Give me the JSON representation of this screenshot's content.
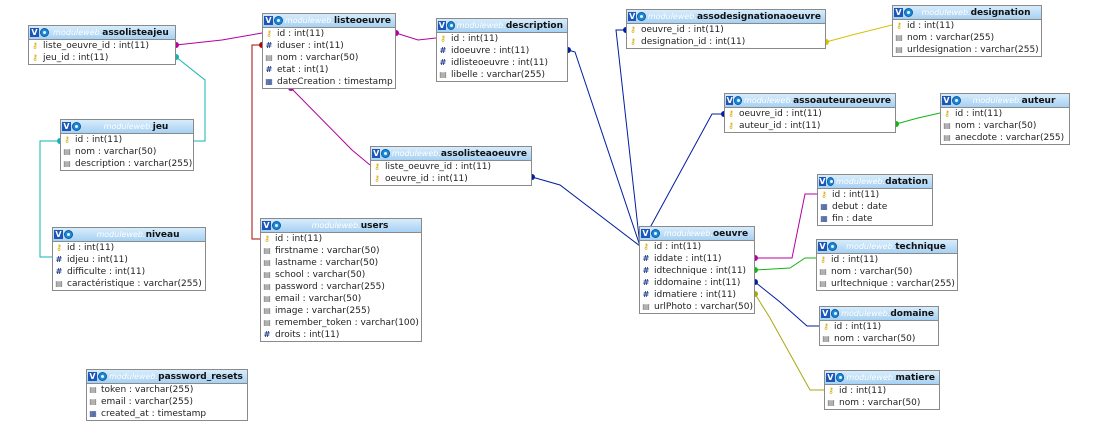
{
  "database": "moduleweb",
  "colors": {
    "magenta": "#b5009e",
    "teal": "#11b4b0",
    "darkred": "#a50a0a",
    "navy": "#001ea0",
    "gold": "#d4c200",
    "green": "#12b412",
    "olive": "#a8a80a"
  },
  "tables": [
    {
      "key": "assolisteajeu",
      "name": "assolisteajeu",
      "fields": [
        {
          "icon": "key",
          "text": "liste_oeuvre_id : int(11)"
        },
        {
          "icon": "key",
          "text": "jeu_id : int(11)"
        }
      ]
    },
    {
      "key": "listeoeuvre",
      "name": "listeoeuvre",
      "fields": [
        {
          "icon": "key",
          "text": "id : int(11)"
        },
        {
          "icon": "hash",
          "text": "iduser : int(11)"
        },
        {
          "icon": "text",
          "text": "nom : varchar(50)"
        },
        {
          "icon": "hash",
          "text": "etat : int(1)"
        },
        {
          "icon": "date",
          "text": "dateCreation : timestamp"
        }
      ]
    },
    {
      "key": "description",
      "name": "description",
      "fields": [
        {
          "icon": "key",
          "text": "id : int(11)"
        },
        {
          "icon": "hash",
          "text": "idoeuvre : int(11)"
        },
        {
          "icon": "hash",
          "text": "idlisteoeuvre : int(11)"
        },
        {
          "icon": "text",
          "text": "libelle : varchar(255)"
        }
      ]
    },
    {
      "key": "assodesignationaoeuvre",
      "name": "assodesignationaoeuvre",
      "fields": [
        {
          "icon": "key",
          "text": "oeuvre_id : int(11)"
        },
        {
          "icon": "key",
          "text": "designation_id : int(11)"
        }
      ]
    },
    {
      "key": "designation",
      "name": "designation",
      "fields": [
        {
          "icon": "key",
          "text": "id : int(11)"
        },
        {
          "icon": "text",
          "text": "nom : varchar(255)"
        },
        {
          "icon": "text",
          "text": "urldesignation : varchar(255)"
        }
      ]
    },
    {
      "key": "jeu",
      "name": "jeu",
      "fields": [
        {
          "icon": "key",
          "text": "id : int(11)"
        },
        {
          "icon": "text",
          "text": "nom : varchar(50)"
        },
        {
          "icon": "text",
          "text": "description : varchar(255)"
        }
      ]
    },
    {
      "key": "assoauteuraoeuvre",
      "name": "assoauteuraoeuvre",
      "fields": [
        {
          "icon": "key",
          "text": "oeuvre_id : int(11)"
        },
        {
          "icon": "key",
          "text": "auteur_id : int(11)"
        }
      ]
    },
    {
      "key": "auteur",
      "name": "auteur",
      "fields": [
        {
          "icon": "key",
          "text": "id : int(11)"
        },
        {
          "icon": "text",
          "text": "nom : varchar(50)"
        },
        {
          "icon": "text",
          "text": "anecdote : varchar(255)"
        }
      ]
    },
    {
      "key": "assolisteaoeuvre",
      "name": "assolisteaoeuvre",
      "fields": [
        {
          "icon": "key",
          "text": "liste_oeuvre_id : int(11)"
        },
        {
          "icon": "key",
          "text": "oeuvre_id : int(11)"
        }
      ]
    },
    {
      "key": "datation",
      "name": "datation",
      "fields": [
        {
          "icon": "key",
          "text": "id : int(11)"
        },
        {
          "icon": "date",
          "text": "debut : date"
        },
        {
          "icon": "date",
          "text": "fin : date"
        }
      ]
    },
    {
      "key": "niveau",
      "name": "niveau",
      "fields": [
        {
          "icon": "key",
          "text": "id : int(11)"
        },
        {
          "icon": "hash",
          "text": "idjeu : int(11)"
        },
        {
          "icon": "hash",
          "text": "difficulte : int(11)"
        },
        {
          "icon": "text",
          "text": "caractéristique : varchar(255)"
        }
      ]
    },
    {
      "key": "users",
      "name": "users",
      "fields": [
        {
          "icon": "key",
          "text": "id : int(11)"
        },
        {
          "icon": "text",
          "text": "firstname : varchar(50)"
        },
        {
          "icon": "text",
          "text": "lastname : varchar(50)"
        },
        {
          "icon": "text",
          "text": "school : varchar(50)"
        },
        {
          "icon": "text",
          "text": "password : varchar(255)"
        },
        {
          "icon": "text",
          "text": "email : varchar(50)"
        },
        {
          "icon": "text",
          "text": "image : varchar(255)"
        },
        {
          "icon": "text",
          "text": "remember_token : varchar(100)"
        },
        {
          "icon": "hash",
          "text": "droits : int(11)"
        }
      ]
    },
    {
      "key": "oeuvre",
      "name": "oeuvre",
      "fields": [
        {
          "icon": "key",
          "text": "id : int(11)"
        },
        {
          "icon": "hash",
          "text": "iddate : int(11)"
        },
        {
          "icon": "hash",
          "text": "idtechnique : int(11)"
        },
        {
          "icon": "hash",
          "text": "iddomaine : int(11)"
        },
        {
          "icon": "hash",
          "text": "idmatiere : int(11)"
        },
        {
          "icon": "text",
          "text": "urlPhoto : varchar(50)"
        }
      ]
    },
    {
      "key": "technique",
      "name": "technique",
      "fields": [
        {
          "icon": "key",
          "text": "id : int(11)"
        },
        {
          "icon": "text",
          "text": "nom : varchar(50)"
        },
        {
          "icon": "text",
          "text": "urltechnique : varchar(255)"
        }
      ]
    },
    {
      "key": "domaine",
      "name": "domaine",
      "fields": [
        {
          "icon": "key",
          "text": "id : int(11)"
        },
        {
          "icon": "text",
          "text": "nom : varchar(50)"
        }
      ]
    },
    {
      "key": "matiere",
      "name": "matiere",
      "fields": [
        {
          "icon": "key",
          "text": "id : int(11)"
        },
        {
          "icon": "text",
          "text": "nom : varchar(50)"
        }
      ]
    },
    {
      "key": "password_resets",
      "name": "password_resets",
      "fields": [
        {
          "icon": "text",
          "text": "token : varchar(255)"
        },
        {
          "icon": "text",
          "text": "email : varchar(255)"
        },
        {
          "icon": "date",
          "text": "created_at : timestamp"
        }
      ]
    }
  ]
}
